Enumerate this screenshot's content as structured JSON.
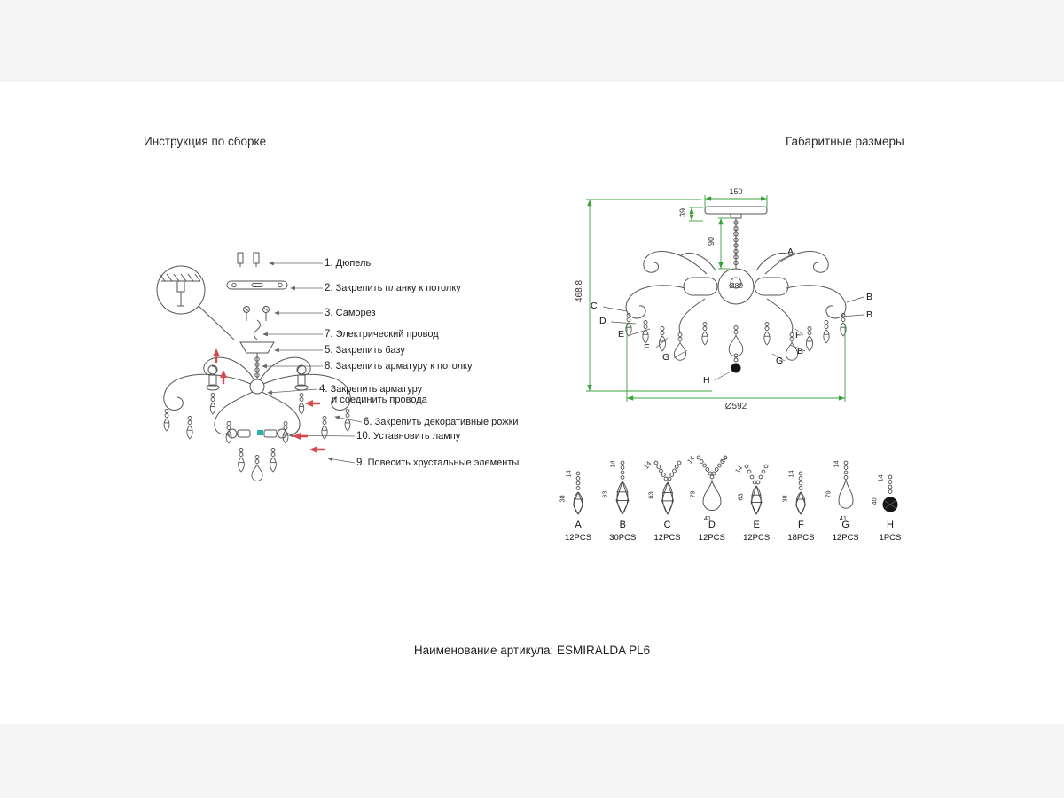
{
  "titles": {
    "left": "Инструкция по сборке",
    "right": "Габаритные размеры"
  },
  "footer": {
    "text": "Наименование артикула: ESMIRALDA PL6"
  },
  "assembly": {
    "steps": [
      {
        "num": "1.",
        "label": "Дюпель"
      },
      {
        "num": "2.",
        "label": "Закрепить планку к потолку"
      },
      {
        "num": "3.",
        "label": "Саморез"
      },
      {
        "num": "7.",
        "label": "Электрический провод"
      },
      {
        "num": "5.",
        "label": "Закрепить базу"
      },
      {
        "num": "8.",
        "label": "Закрепить арматуру к потолку"
      },
      {
        "num": "4.",
        "label": "Закрепить арматуру",
        "label2": "и соединить провода"
      },
      {
        "num": "6.",
        "label": "Закрепить декоративные рожки"
      },
      {
        "num": "10.",
        "label": "Уставновить лампу"
      },
      {
        "num": "9.",
        "label": "Повесить хрустальные элементы"
      }
    ]
  },
  "dimensions": {
    "top_width": "150",
    "canopy_height": "39",
    "stem_length": "90",
    "center_diameter": "Ø80",
    "overall_height": "468.8",
    "overall_diameter": "Ø592",
    "callouts": [
      "C",
      "D",
      "E",
      "F",
      "G",
      "A",
      "B",
      "B",
      "F",
      "B",
      "G",
      "H"
    ]
  },
  "parts": [
    {
      "letter": "A",
      "count": "12PCS",
      "chain_dim": "14",
      "drop_dim": "38"
    },
    {
      "letter": "B",
      "count": "30PCS",
      "chain_dim": "14",
      "drop_dim": "63"
    },
    {
      "letter": "C",
      "count": "12PCS",
      "chain_dim": "14",
      "drop_dim": "63"
    },
    {
      "letter": "D",
      "count": "12PCS",
      "chain_dim": "14",
      "drop_dim": "79",
      "width_dim": "41"
    },
    {
      "letter": "E",
      "count": "12PCS",
      "chain_dim": "14",
      "drop_dim": "63"
    },
    {
      "letter": "F",
      "count": "18PCS",
      "chain_dim": "14",
      "drop_dim": "38"
    },
    {
      "letter": "G",
      "count": "12PCS",
      "chain_dim": "14",
      "drop_dim": "79",
      "width_dim": "41"
    },
    {
      "letter": "H",
      "count": "1PCS",
      "chain_dim": "14",
      "drop_dim": "40"
    }
  ]
}
